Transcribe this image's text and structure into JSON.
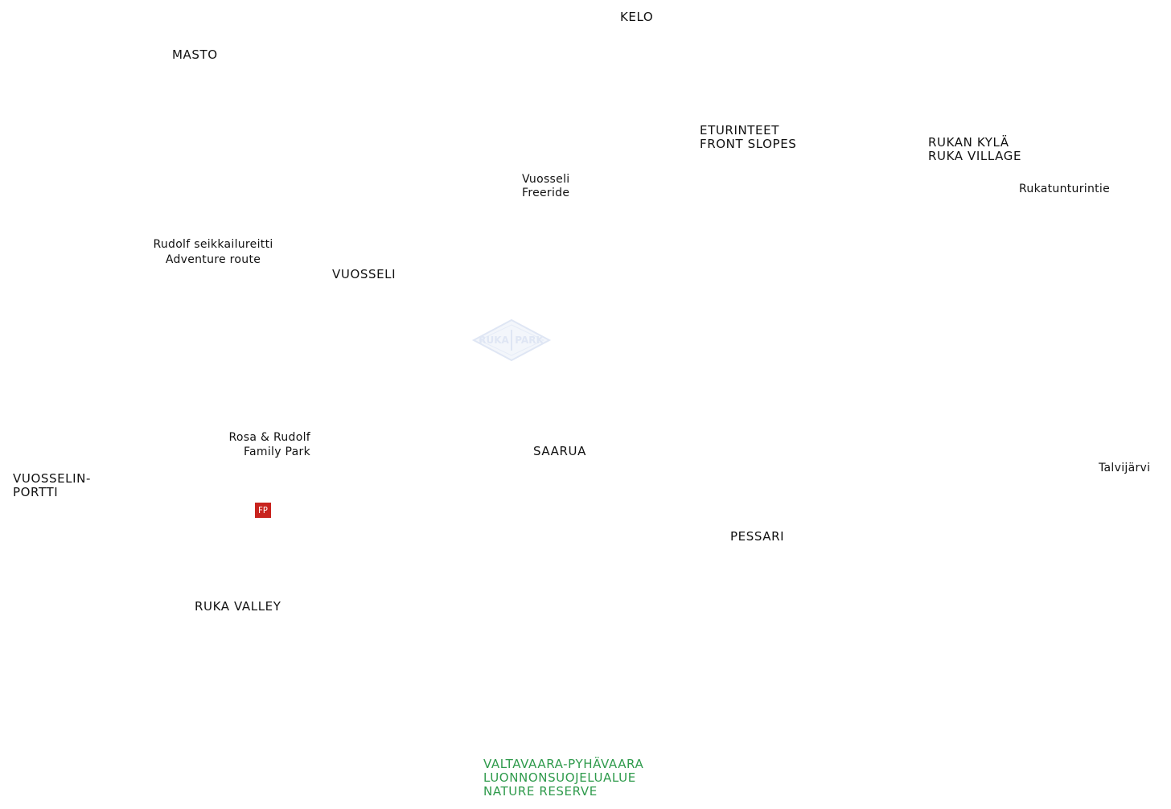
{
  "map": {
    "areas": {
      "kelo": "KELO",
      "masto": "MASTO",
      "eturinteet": [
        "ETURINTEET",
        "FRONT SLOPES"
      ],
      "rukan_kyla": [
        "RUKAN KYLÄ",
        "RUKA VILLAGE"
      ],
      "vuosseli": "VUOSSELI",
      "saarua": "SAARUA",
      "vuosselinportti": [
        "VUOSSELIN-",
        "PORTTI"
      ],
      "pessari": "PESSARI",
      "ruka_valley": "RUKA VALLEY"
    },
    "places": {
      "vuosseli_freeride": [
        "Vuosseli",
        "Freeride"
      ],
      "rukatunturintie": "Rukatunturintie",
      "rudolf_route": [
        "Rudolf seikkailureitti",
        "Adventure route"
      ],
      "family_park": [
        "Rosa & Rudolf",
        "Family Park"
      ],
      "talvijarvi": "Talvijärvi"
    },
    "nature_reserve": [
      "VALTAVAARA-PYHÄVAARA",
      "LUONNONSUOJELUALUE",
      "NATURE RESERVE"
    ],
    "family_park_badge": "FP",
    "logo": {
      "text_left": "RUKA",
      "text_right": "PARK"
    },
    "colors": {
      "label": "#111111",
      "nature_reserve": "#2e9a4b",
      "badge": "#c8231e",
      "logo": "#dfe6f4"
    }
  }
}
